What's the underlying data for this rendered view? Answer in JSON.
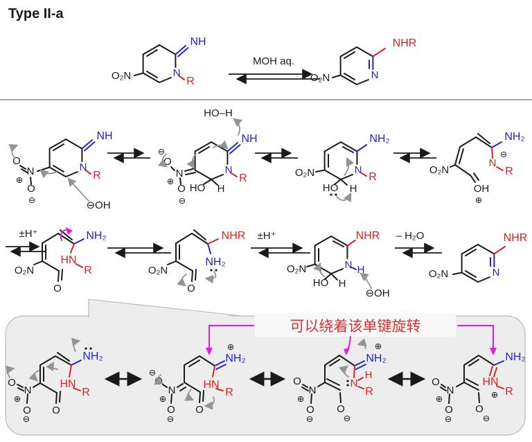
{
  "labels": {
    "title": "Type II-a",
    "moh": "MOH aq.",
    "pm_h": "±H⁺",
    "minus_h2o": "– H₂O",
    "note": "可以绕着该单键旋转"
  },
  "sym": {
    "NH": "NH",
    "NHR": "NHR",
    "NH2": "NH₂",
    "N": "N",
    "R": "R",
    "HN": "HN",
    "H": "H",
    "HO": "HO",
    "HOH": "HO–H",
    "O": "O",
    "OH": "OH",
    "OHm": "⊖OH",
    "O2N": "O₂N",
    "plus": "⊕",
    "minus": "⊖"
  },
  "colors": {
    "blue": "#2323cd",
    "red": "#e01f1f",
    "magenta": "#e61ae6",
    "gray_arrow": "#949494",
    "bond": "#1a1a1a",
    "box_fill": "#ededed",
    "box_border": "#b9b9b9",
    "note_red": "#d93232"
  }
}
